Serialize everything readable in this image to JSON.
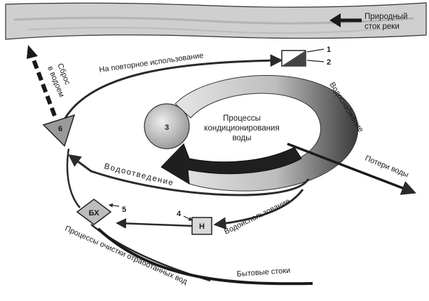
{
  "river": {
    "label_line1": "Природный",
    "label_line2": "сток реки"
  },
  "center": {
    "label_line1": "Процессы",
    "label_line2": "кондиционирования",
    "label_line3": "воды"
  },
  "flows": {
    "reuse": "На повторное использование",
    "discharge_line1": "Сброс",
    "discharge_line2": "в водоем",
    "water_supply": "Водоснабжение",
    "water_loss": "Потери воды",
    "drainage": "Водоотведение",
    "water_use": "Водоиспользование",
    "treatment": "Процессы очистки отработанных вод",
    "household": "Бытовые стоки"
  },
  "nodes": {
    "n3": "3",
    "n6": "6",
    "bx": "БХ",
    "h": "Н"
  },
  "callouts": {
    "c1": "1",
    "c2": "2",
    "c4": "4",
    "c5": "5"
  }
}
